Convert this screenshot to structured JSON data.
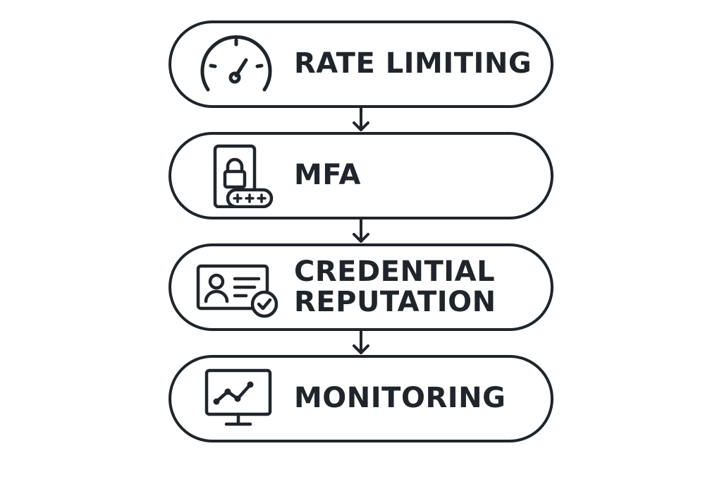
{
  "steps": [
    {
      "label": "RATE LIMITING",
      "icon": "gauge-icon"
    },
    {
      "label": "MFA",
      "icon": "phone-lock-icon"
    },
    {
      "label_line1": "CREDENTIAL",
      "label_line2": "REPUTATION",
      "icon": "id-card-check-icon"
    },
    {
      "label": "MONITORING",
      "icon": "monitor-chart-icon"
    }
  ],
  "colors": {
    "stroke": "#1f252b",
    "background": "#ffffff"
  }
}
